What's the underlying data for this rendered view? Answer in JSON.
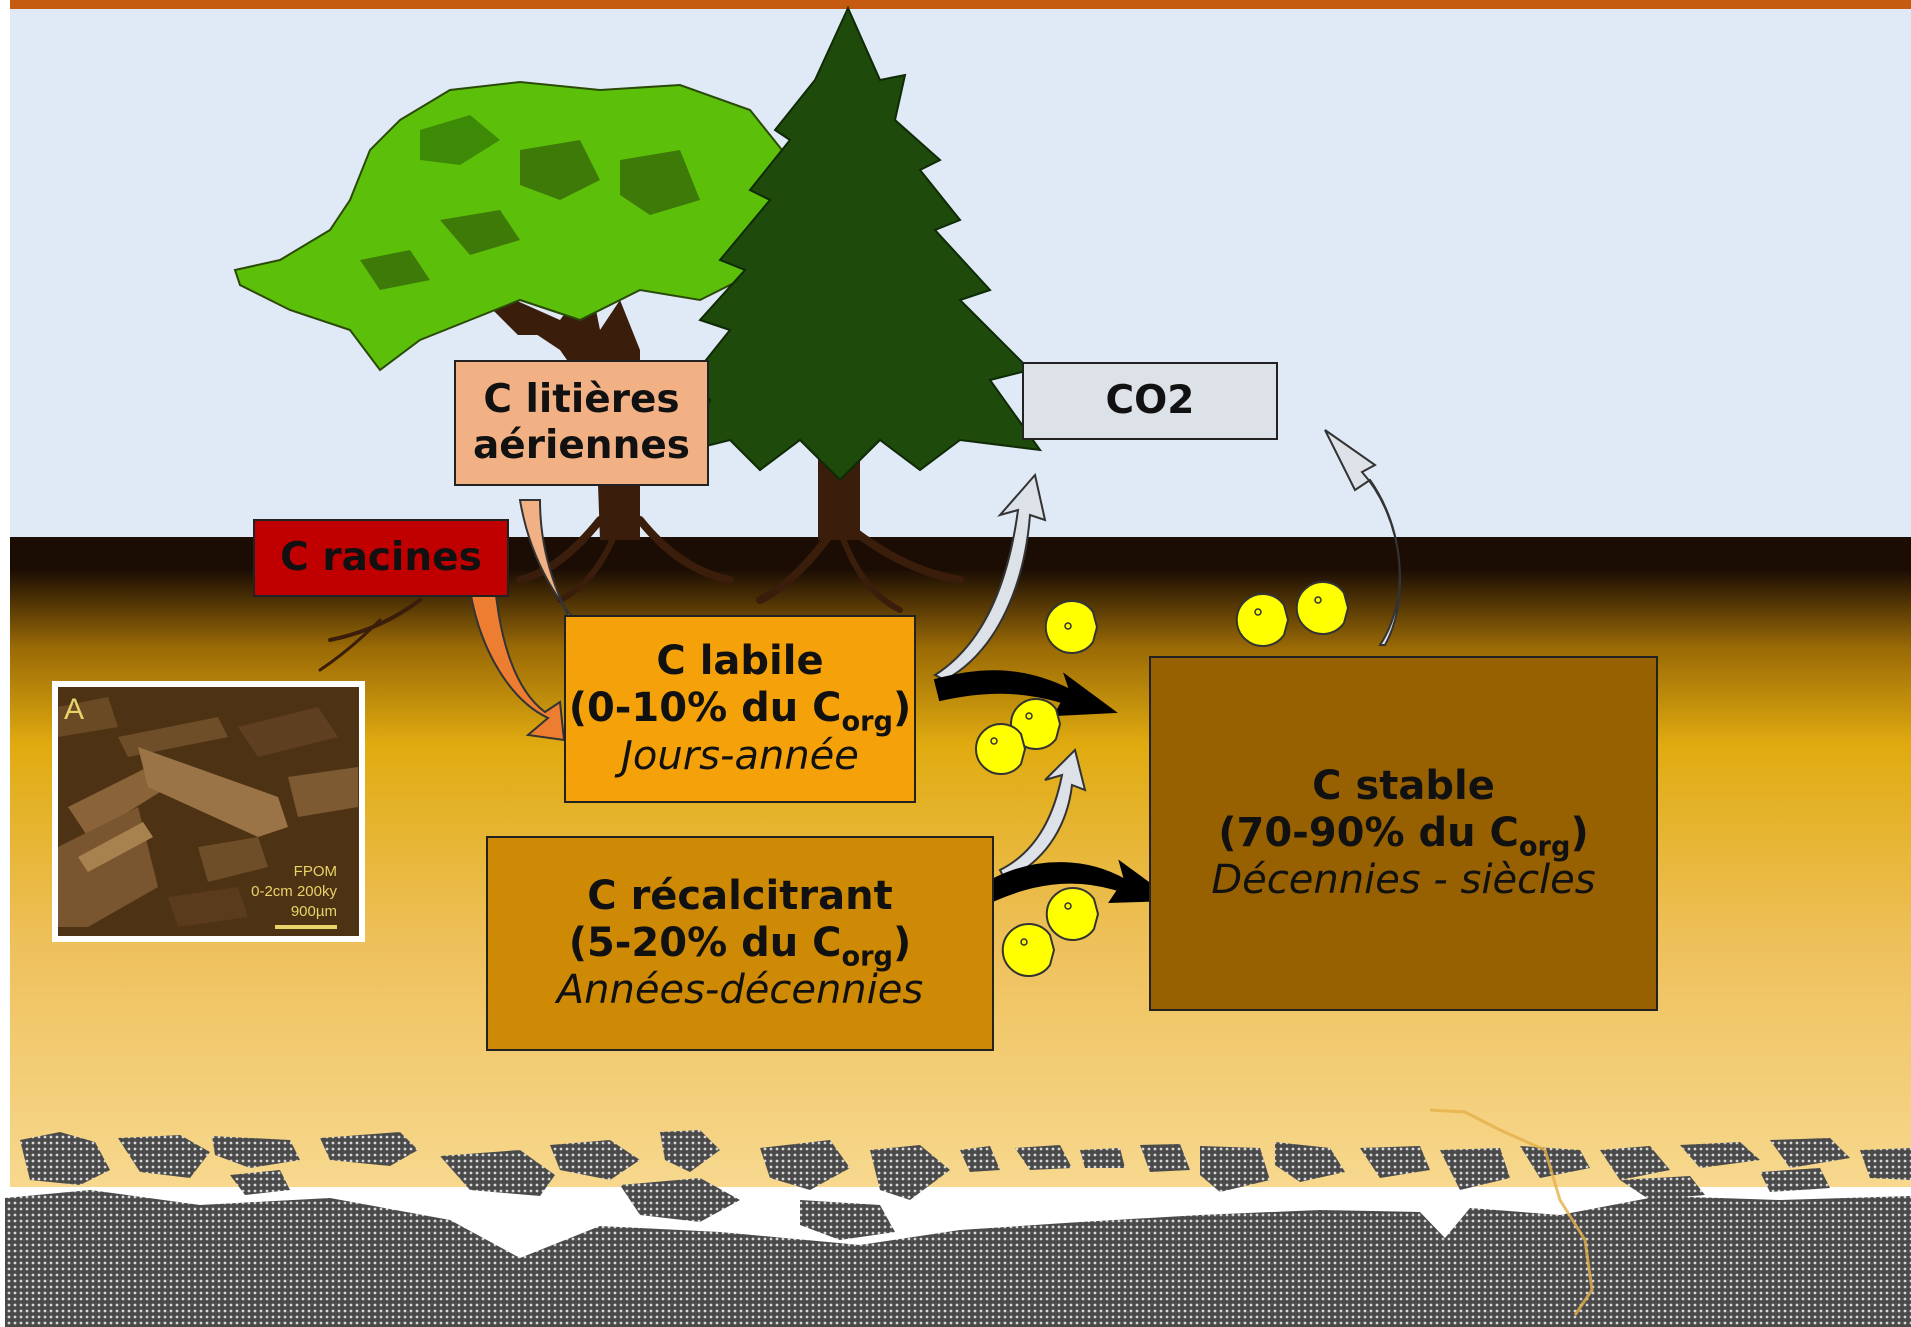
{
  "diagram": {
    "boxes": {
      "litieres": {
        "line1": "C litières",
        "line2": "aériennes"
      },
      "racines": {
        "label": "C racines"
      },
      "co2": {
        "label": "CO2"
      },
      "labile": {
        "title": "C labile",
        "pct_prefix": "(0-10% du C",
        "sub": "org",
        "pct_suffix": ")",
        "time": "Jours-année"
      },
      "recalcitrant": {
        "title": "C récalcitrant",
        "pct_prefix": "(5-20% du C",
        "sub": "org",
        "pct_suffix": ")",
        "time": "Années-décennies"
      },
      "stable": {
        "title": "C stable",
        "pct_prefix": "(70-90% du C",
        "sub": "org",
        "pct_suffix": ")",
        "time": "Décennies - siècles"
      }
    },
    "photo": {
      "letter": "A",
      "label1": "FPOM",
      "label2": "0-2cm 200ky",
      "label3": "900µm"
    },
    "colors": {
      "sky": "#dfeaf6",
      "top_border": "#c55a11",
      "soil_dark": "#1b0d04",
      "soil_mid": "#e3ad17",
      "soil_light": "#f6d58c",
      "bedrock": "#3a3a3a",
      "pacman": "#ffff00",
      "broadleaf": "#5cbf0a",
      "conifer": "#1e4a0c",
      "trunk": "#3a1d0a"
    },
    "icons": [
      "broadleaf-tree",
      "conifer-tree",
      "pacman-decomposer",
      "curved-arrow",
      "rock-fragments"
    ]
  }
}
